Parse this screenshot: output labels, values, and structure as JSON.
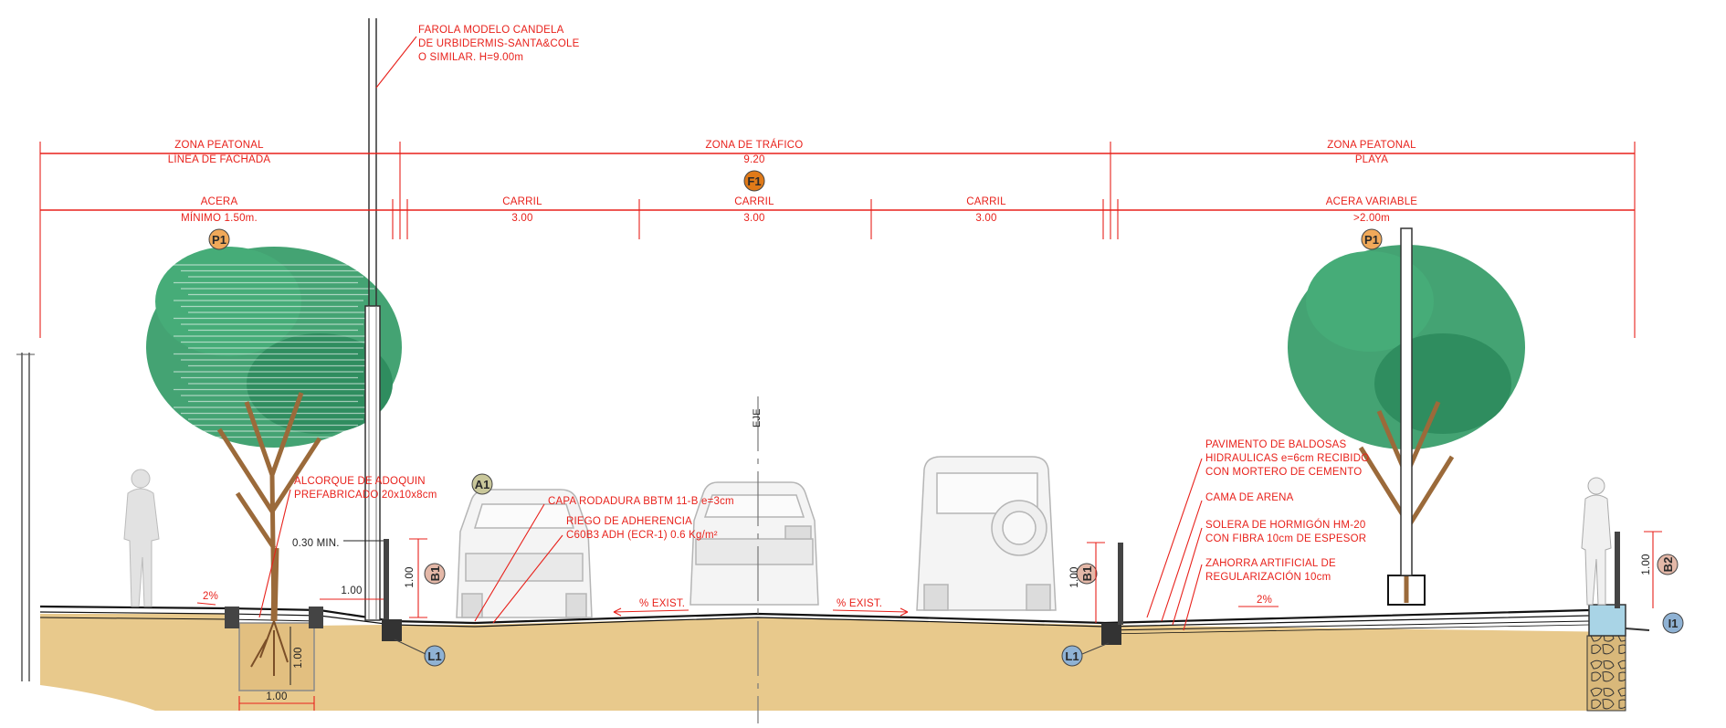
{
  "colors": {
    "annotation_red": "#e8211b",
    "ground": "#e8c98c",
    "tree_green": "#3a9e6c",
    "trunk_brown": "#9b6a3a",
    "badge_orange": "#f0a95a",
    "badge_orange_dark": "#e07a18",
    "badge_olive": "#c9c79a",
    "badge_pink": "#e4b8a8",
    "badge_blue": "#8fb2d4"
  },
  "streetlight_note": [
    "FAROLA MODELO CANDELA",
    "DE URBIDERMIS-SANTA&COLE",
    "O SIMILAR. H=9.00m"
  ],
  "zones": {
    "left": {
      "line1": "ZONA PEATONAL",
      "line2": "LÍNEA DE FACHADA"
    },
    "center": {
      "line1": "ZONA DE TRÁFICO",
      "line2": "9.20"
    },
    "right": {
      "line1": "ZONA PEATONAL",
      "line2": "PLAYA"
    }
  },
  "sub_zones": {
    "left": {
      "line1": "ACERA",
      "line2": "MÍNIMO 1.50m."
    },
    "lane1": {
      "line1": "CARRIL",
      "line2": "3.00"
    },
    "lane2": {
      "line1": "CARRIL",
      "line2": "3.00"
    },
    "lane3": {
      "line1": "CARRIL",
      "line2": "3.00"
    },
    "right": {
      "line1": "ACERA VARIABLE",
      "line2": ">2.00m"
    }
  },
  "badges": {
    "p1_left": "P1",
    "f1": "F1",
    "p1_right": "P1",
    "a1": "A1",
    "b1_left": "B1",
    "b1_right": "B1",
    "b2": "B2",
    "l1_left": "L1",
    "l1_right": "L1",
    "i1": "I1"
  },
  "axis_label": "EJE",
  "notes": {
    "alcorque": [
      "ALCORQUE DE ADOQUIN",
      "PREFABRICADO 20x10x8cm"
    ],
    "capa": [
      "CAPA RODADURA BBTM 11-B e=3cm"
    ],
    "riego": [
      "RIEGO DE ADHERENCIA",
      "C60B3 ADH (ECR-1) 0.6 Kg/m²"
    ],
    "pavimento": [
      "PAVIMENTO DE BALDOSAS",
      "HIDRAULICAS e=6cm RECIBIDO",
      "CON MORTERO DE CEMENTO"
    ],
    "cama": [
      "CAMA DE ARENA"
    ],
    "solera": [
      "SOLERA DE HORMIGÓN HM-20",
      "CON FIBRA 10cm DE ESPESOR"
    ],
    "zahorra": [
      "ZAHORRA ARTIFICIAL DE",
      "REGULARIZACIÓN 10cm"
    ]
  },
  "dimensions": {
    "min_height": "0.30 MIN.",
    "horizontal_1": "1.00",
    "bollard_left": "1.00",
    "bollard_mid": "1.00",
    "bollard_right": "1.00",
    "pit_depth": "1.00",
    "pit_width": "1.00"
  },
  "slopes": {
    "left_walk": "2%",
    "road_left": "% EXIST.",
    "road_right": "% EXIST.",
    "right_walk": "2%"
  }
}
